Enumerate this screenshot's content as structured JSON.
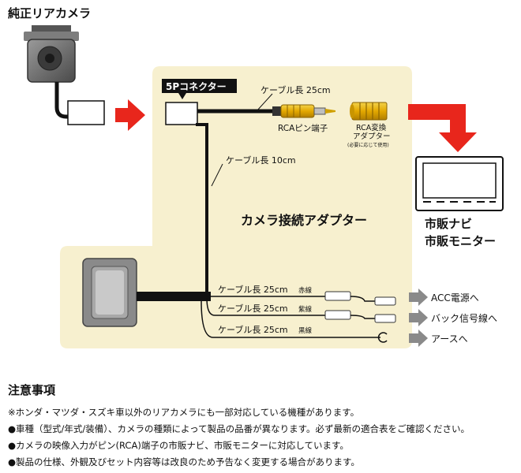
{
  "diagram": {
    "camera_title": "純正リアカメラ",
    "connector_tag": "5Pコネクター",
    "cable_25": "ケーブル長 25cm",
    "rca_pin": "RCAピン端子",
    "rca_adapter_line1": "RCA変換",
    "rca_adapter_line2": "アダプター",
    "rca_adapter_note": "(必要に応じて使用)",
    "cable_10": "ケーブル長 10cm",
    "adapter_name": "カメラ接続アダプター",
    "monitor_line1": "市販ナビ",
    "monitor_line2": "市販モニター",
    "wires": [
      {
        "length": "ケーブル長 25cm",
        "color": "赤線",
        "dest": "ACC電源へ"
      },
      {
        "length": "ケーブル長 25cm",
        "color": "紫線",
        "dest": "バック信号線へ"
      },
      {
        "length": "ケーブル長 25cm",
        "color": "黒線",
        "dest": "アースへ"
      }
    ]
  },
  "notes": {
    "title": "注意事項",
    "lines": [
      "※ホンダ・マツダ・スズキ車以外のリアカメラにも一部対応している機種があります。",
      "●車種（型式/年式/装備）、カメラの種類によって製品の品番が異なります。必ず最新の適合表をご確認ください。",
      "●カメラの映像入力がピン(RCA)端子の市販ナビ、市販モニターに対応しています。",
      "●製品の仕様、外観及びセット内容等は改良のため予告なく変更する場合があります。"
    ]
  },
  "colors": {
    "panel": "#f7f0cf",
    "arrow_red": "#e8261c",
    "rca_gold": "#e8b400",
    "arrow_gray": "#8a8a8a"
  }
}
